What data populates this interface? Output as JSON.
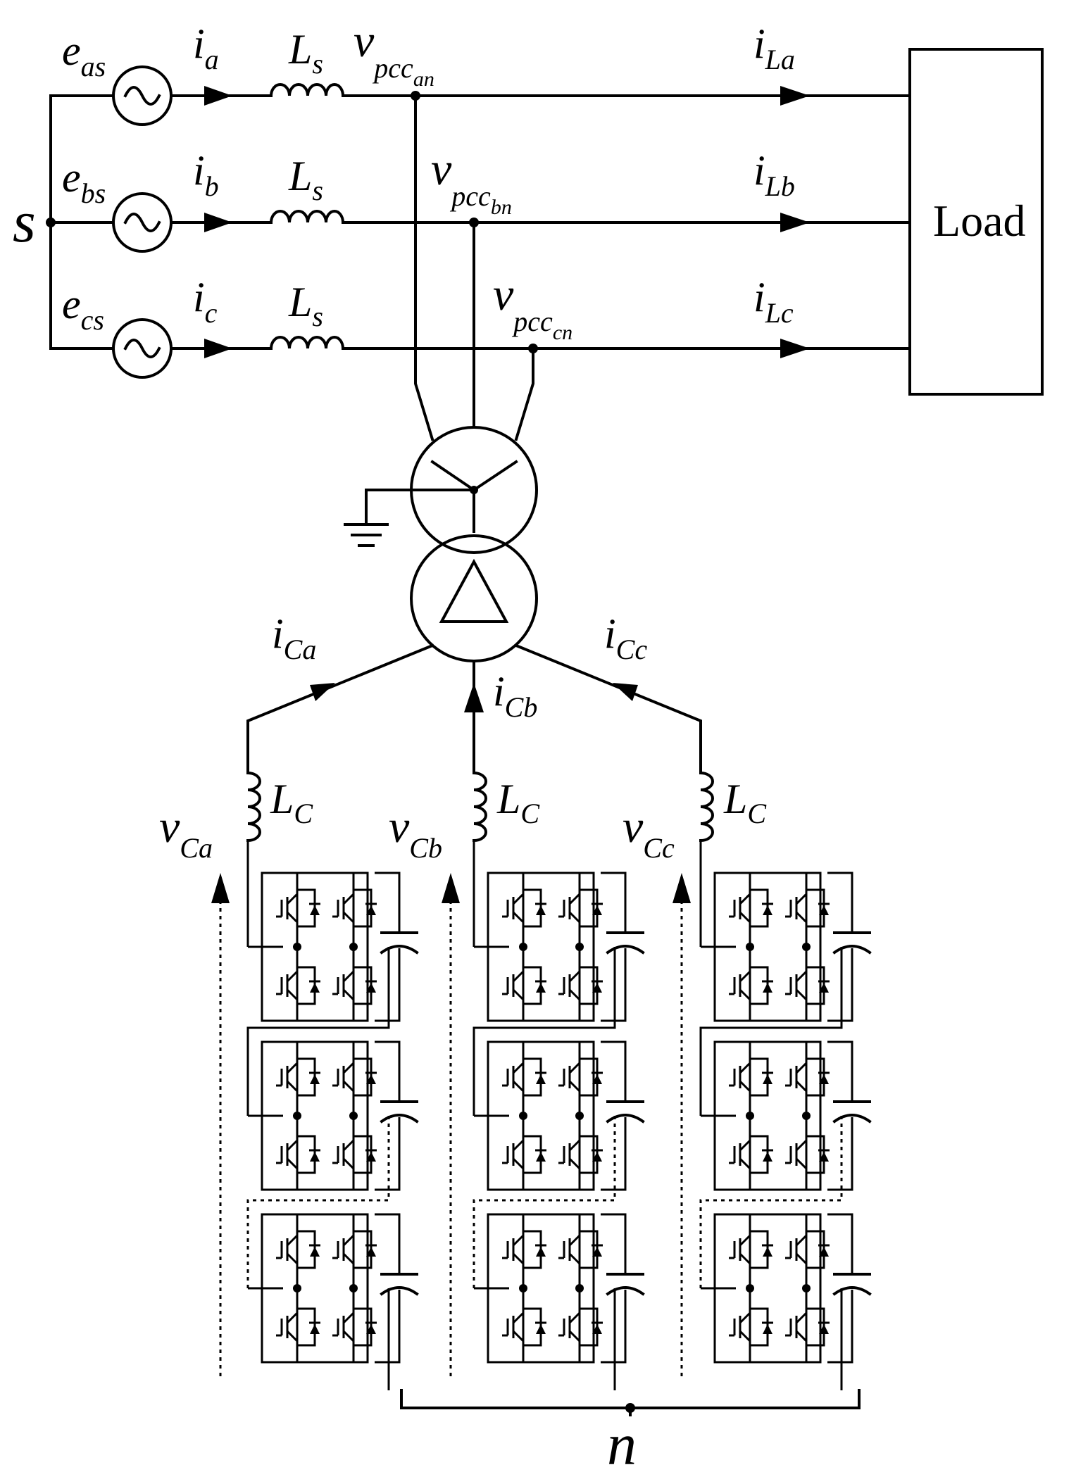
{
  "source": {
    "node": "s",
    "phases": [
      {
        "emf": "e",
        "emf_sub": "as",
        "current": "i",
        "current_sub": "a",
        "inductor": "L",
        "inductor_sub": "s"
      },
      {
        "emf": "e",
        "emf_sub": "bs",
        "current": "i",
        "current_sub": "b",
        "inductor": "L",
        "inductor_sub": "s"
      },
      {
        "emf": "e",
        "emf_sub": "cs",
        "current": "i",
        "current_sub": "c",
        "inductor": "L",
        "inductor_sub": "s"
      }
    ]
  },
  "pcc": [
    {
      "v": "v",
      "sub": "pcc",
      "subsub": "an"
    },
    {
      "v": "v",
      "sub": "pcc",
      "subsub": "bn"
    },
    {
      "v": "v",
      "sub": "pcc",
      "subsub": "cn"
    }
  ],
  "load": {
    "label": "Load",
    "currents": [
      {
        "i": "i",
        "sub": "La"
      },
      {
        "i": "i",
        "sub": "Lb"
      },
      {
        "i": "i",
        "sub": "Lc"
      }
    ]
  },
  "converter": {
    "currents": [
      {
        "i": "i",
        "sub": "Ca"
      },
      {
        "i": "i",
        "sub": "Cb"
      },
      {
        "i": "i",
        "sub": "Cc"
      }
    ],
    "inductors": [
      {
        "L": "L",
        "sub": "C"
      },
      {
        "L": "L",
        "sub": "C"
      },
      {
        "L": "L",
        "sub": "C"
      }
    ],
    "voltages": [
      {
        "v": "v",
        "sub": "Ca"
      },
      {
        "v": "v",
        "sub": "Cb"
      },
      {
        "v": "v",
        "sub": "Cc"
      }
    ]
  },
  "neutral": "n"
}
